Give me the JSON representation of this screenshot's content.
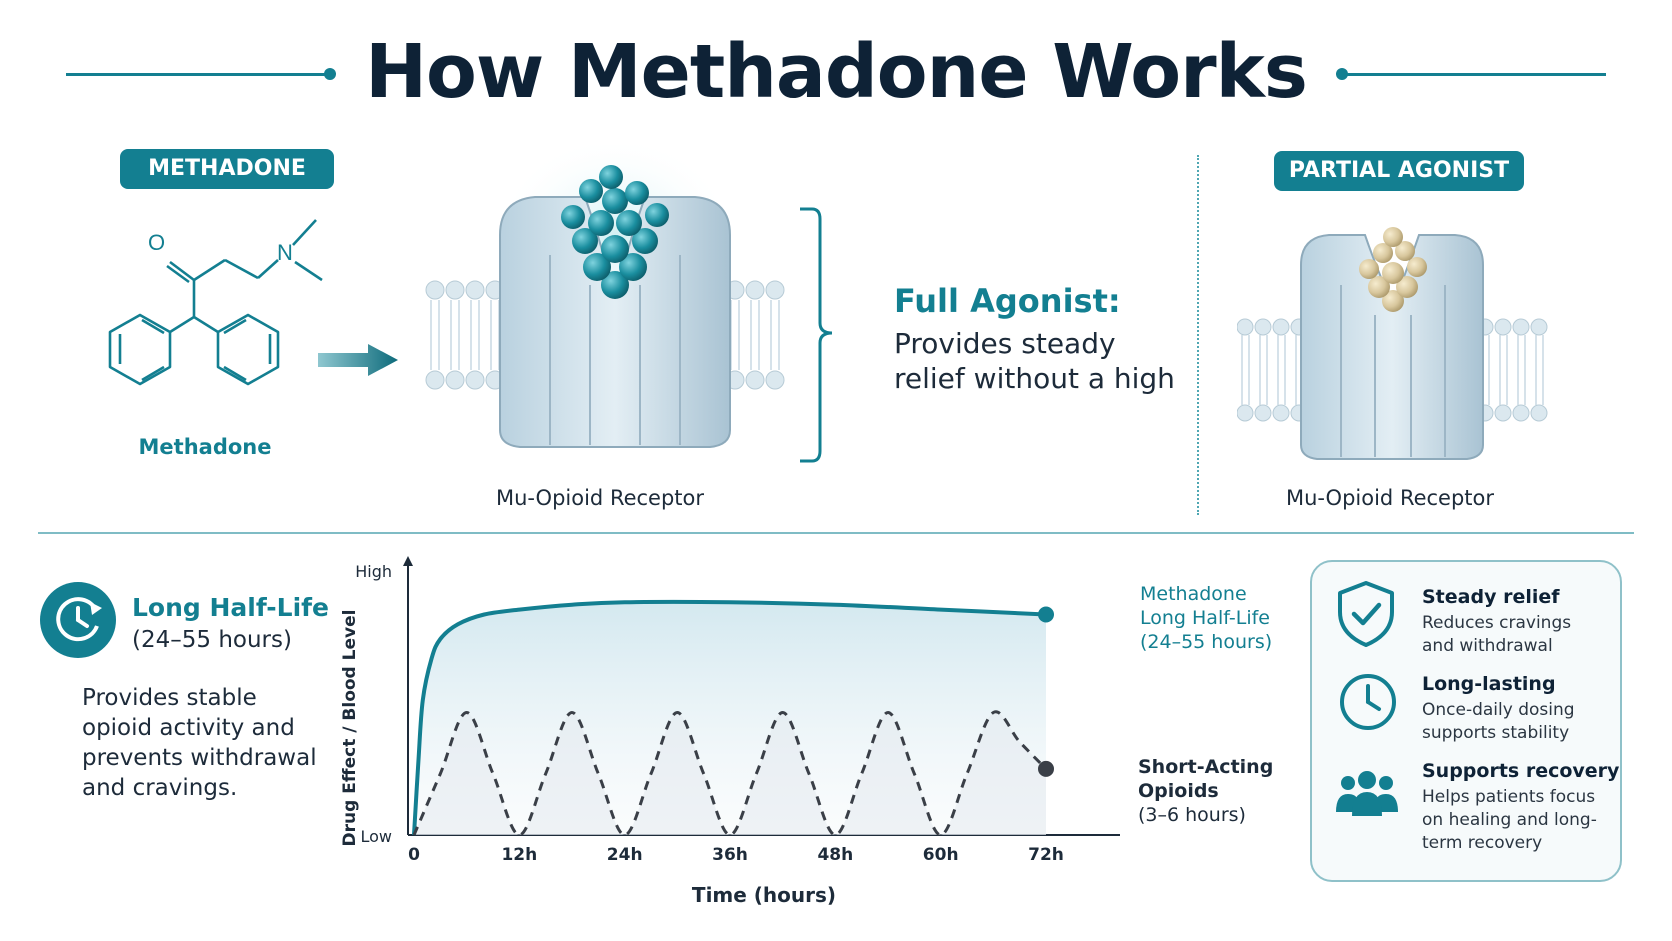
{
  "title": "How Methadone Works",
  "methadone_panel": {
    "badge": "METHADONE",
    "molecule_label": "Methadone",
    "atoms": {
      "oxygen": "O",
      "nitrogen": "N"
    }
  },
  "full_agonist": {
    "receptor_label": "Mu-Opioid Receptor",
    "heading": "Full Agonist:",
    "desc_line1": "Provides steady",
    "desc_line2": "relief without a high"
  },
  "partial_agonist": {
    "badge": "PARTIAL AGONIST",
    "receptor_label": "Mu-Opioid Receptor"
  },
  "half_life": {
    "icon": "clock-refresh-icon",
    "title": "Long Half-Life",
    "subtitle": "(24–55 hours)",
    "desc_lines": [
      "Provides stable",
      "opioid activity and",
      "prevents withdrawal",
      "and cravings."
    ]
  },
  "chart_data": {
    "type": "line",
    "xlabel": "Time (hours)",
    "ylabel": "Drug Effect / Blood Level",
    "y_high_label": "High",
    "y_low_label": "Low",
    "x_ticks": [
      "0",
      "12h",
      "24h",
      "36h",
      "48h",
      "60h",
      "72h"
    ],
    "xlim": [
      0,
      72
    ],
    "ylim": [
      0,
      1
    ],
    "series": [
      {
        "name_lines": [
          "Methadone",
          "Long Half-Life",
          "(24–55 hours)"
        ],
        "style": "solid",
        "color": "#137f91",
        "points": [
          [
            0,
            0
          ],
          [
            0.5,
            0.3
          ],
          [
            1,
            0.55
          ],
          [
            2,
            0.72
          ],
          [
            3,
            0.8
          ],
          [
            5,
            0.86
          ],
          [
            8,
            0.9
          ],
          [
            12,
            0.92
          ],
          [
            18,
            0.94
          ],
          [
            24,
            0.95
          ],
          [
            36,
            0.95
          ],
          [
            48,
            0.94
          ],
          [
            60,
            0.92
          ],
          [
            72,
            0.9
          ]
        ]
      },
      {
        "name_lines": [
          "Short-Acting",
          "Opioids",
          "(3–6 hours)"
        ],
        "style": "dashed",
        "color": "#3a3f47",
        "points": [
          [
            0,
            0
          ],
          [
            3,
            0.25
          ],
          [
            6,
            0.5
          ],
          [
            9,
            0.25
          ],
          [
            12,
            0
          ],
          [
            15,
            0.25
          ],
          [
            18,
            0.5
          ],
          [
            21,
            0.25
          ],
          [
            24,
            0
          ],
          [
            27,
            0.25
          ],
          [
            30,
            0.5
          ],
          [
            33,
            0.25
          ],
          [
            36,
            0
          ],
          [
            39,
            0.25
          ],
          [
            42,
            0.5
          ],
          [
            45,
            0.25
          ],
          [
            48,
            0
          ],
          [
            51,
            0.25
          ],
          [
            54,
            0.5
          ],
          [
            57,
            0.25
          ],
          [
            60,
            0
          ],
          [
            63,
            0.25
          ],
          [
            66,
            0.5
          ],
          [
            69,
            0.38
          ],
          [
            72,
            0.27
          ]
        ]
      }
    ]
  },
  "benefits": [
    {
      "icon": "shield-check-icon",
      "title": "Steady relief",
      "desc_lines": [
        "Reduces cravings",
        "and withdrawal"
      ]
    },
    {
      "icon": "clock-icon",
      "title": "Long-lasting",
      "desc_lines": [
        "Once-daily dosing",
        "supports stability"
      ]
    },
    {
      "icon": "people-group-icon",
      "title": "Supports recovery",
      "desc_lines": [
        "Helps patients focus",
        "on healing and long-",
        "term recovery"
      ]
    }
  ],
  "colors": {
    "accent": "#137f91",
    "dark": "#0e2236",
    "receptor": "#cfe0ea",
    "full_ligand": "#1f94a4",
    "partial_ligand": "#d8c79d"
  }
}
